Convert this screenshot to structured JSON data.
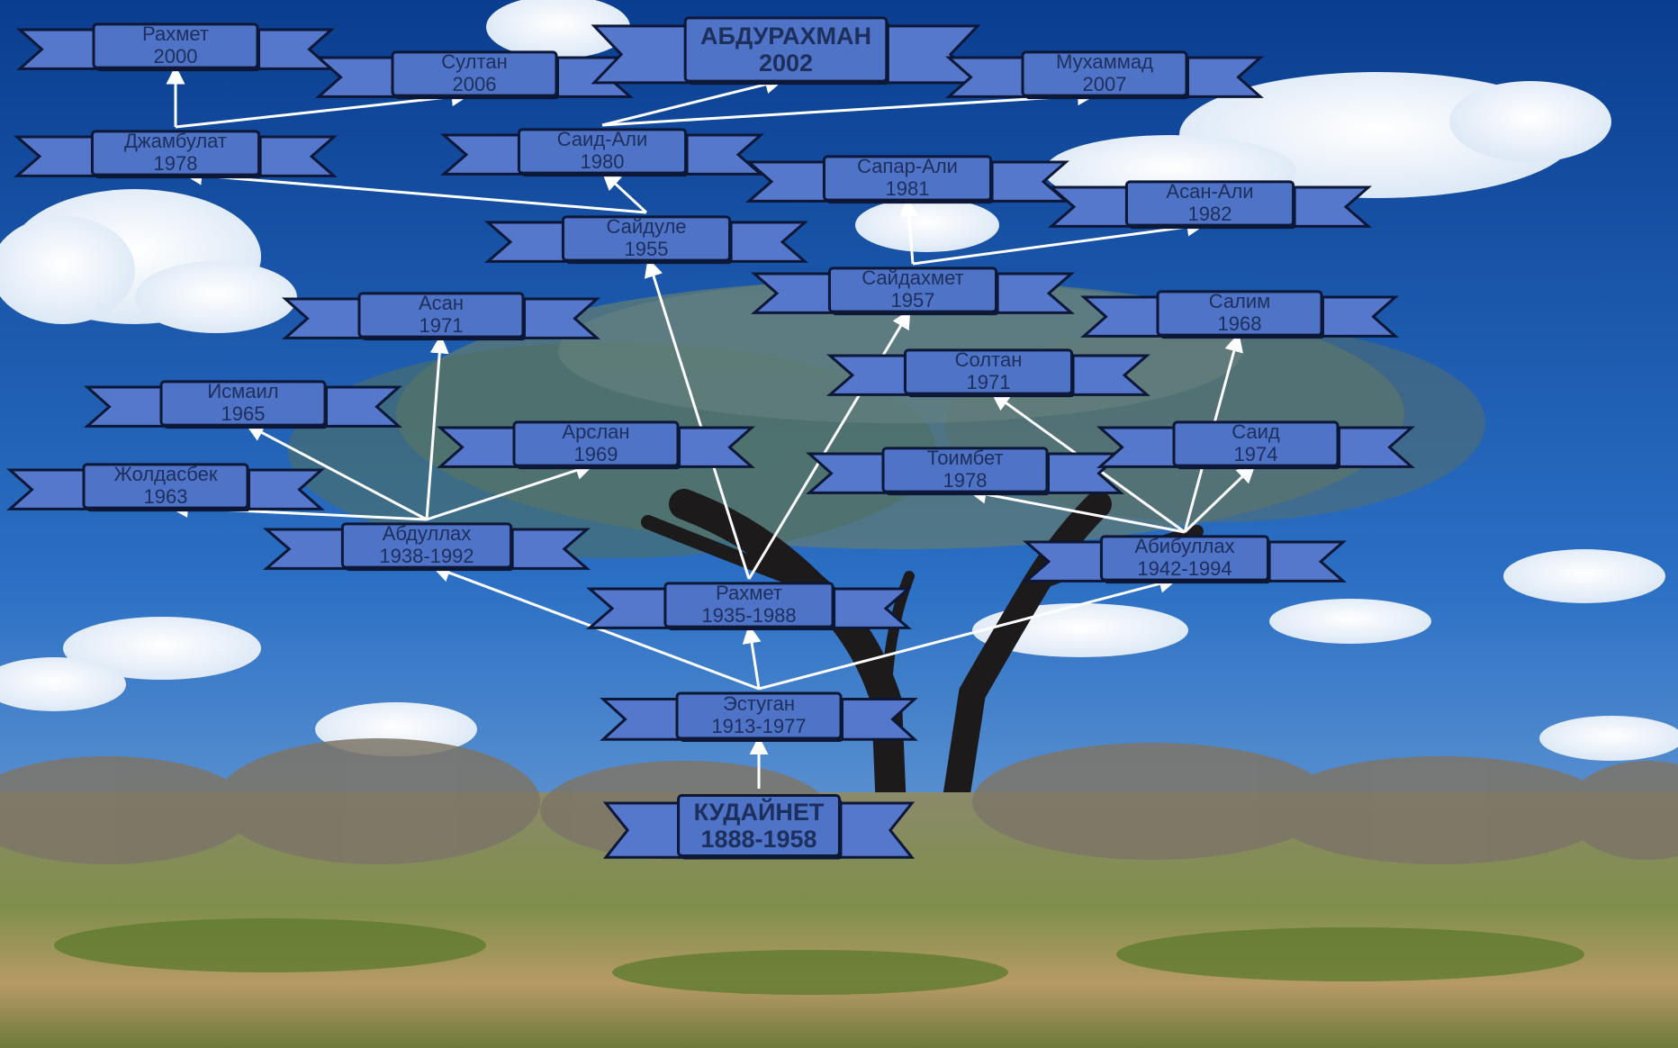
{
  "colors": {
    "banner_fill": "#4f73c6",
    "banner_tail": "#5577cc",
    "banner_stroke": "#0d1736",
    "arrow": "#ffffff",
    "label_text": "#1d2f5c"
  },
  "people": [
    {
      "id": "kudaynet",
      "name": "КУДАЙНЕТ",
      "years": "1888-1958",
      "parent": null,
      "emphasis": true
    },
    {
      "id": "estugan",
      "name": "Эстуган",
      "years": "1913-1977",
      "parent": "kudaynet"
    },
    {
      "id": "rakhmet_sr",
      "name": "Рахмет",
      "years": "1935-1988",
      "parent": "estugan"
    },
    {
      "id": "abdullakh",
      "name": "Абдуллах",
      "years": "1938-1992",
      "parent": "estugan"
    },
    {
      "id": "abibullakh",
      "name": "Абибуллах",
      "years": "1942-1994",
      "parent": "estugan"
    },
    {
      "id": "zholdasbek",
      "name": "Жолдасбек",
      "years": "1963",
      "parent": "abdullakh"
    },
    {
      "id": "ismail",
      "name": "Исмаил",
      "years": "1965",
      "parent": "abdullakh"
    },
    {
      "id": "arslan",
      "name": "Арслан",
      "years": "1969",
      "parent": "abdullakh"
    },
    {
      "id": "asan",
      "name": "Асан",
      "years": "1971",
      "parent": "abdullakh"
    },
    {
      "id": "saydule",
      "name": "Сайдуле",
      "years": "1955",
      "parent": "rakhmet_sr"
    },
    {
      "id": "saydakhmet",
      "name": "Сайдахмет",
      "years": "1957",
      "parent": "rakhmet_sr"
    },
    {
      "id": "toimbet",
      "name": "Тоимбет",
      "years": "1978",
      "parent": "abibullakh"
    },
    {
      "id": "soltan",
      "name": "Солтан",
      "years": "1971",
      "parent": "abibullakh"
    },
    {
      "id": "salim",
      "name": "Салим",
      "years": "1968",
      "parent": "abibullakh"
    },
    {
      "id": "said",
      "name": "Саид",
      "years": "1974",
      "parent": "abibullakh"
    },
    {
      "id": "dzhambulat",
      "name": "Джамбулат",
      "years": "1978",
      "parent": "saydule"
    },
    {
      "id": "said_ali",
      "name": "Саид-Али",
      "years": "1980",
      "parent": "saydule"
    },
    {
      "id": "sapar_ali",
      "name": "Сапар-Али",
      "years": "1981",
      "parent": "saydakhmet"
    },
    {
      "id": "asan_ali",
      "name": "Асан-Али",
      "years": "1982",
      "parent": "saydakhmet"
    },
    {
      "id": "rakhmet_jr",
      "name": "Рахмет",
      "years": "2000",
      "parent": "dzhambulat"
    },
    {
      "id": "sultan",
      "name": "Султан",
      "years": "2006",
      "parent": "dzhambulat"
    },
    {
      "id": "abdurakhman",
      "name": "АБДУРАХМАН",
      "years": "2002",
      "parent": "said_ali",
      "emphasis": true
    },
    {
      "id": "mukhammad",
      "name": "Мухаммад",
      "years": "2007",
      "parent": "said_ali"
    }
  ]
}
